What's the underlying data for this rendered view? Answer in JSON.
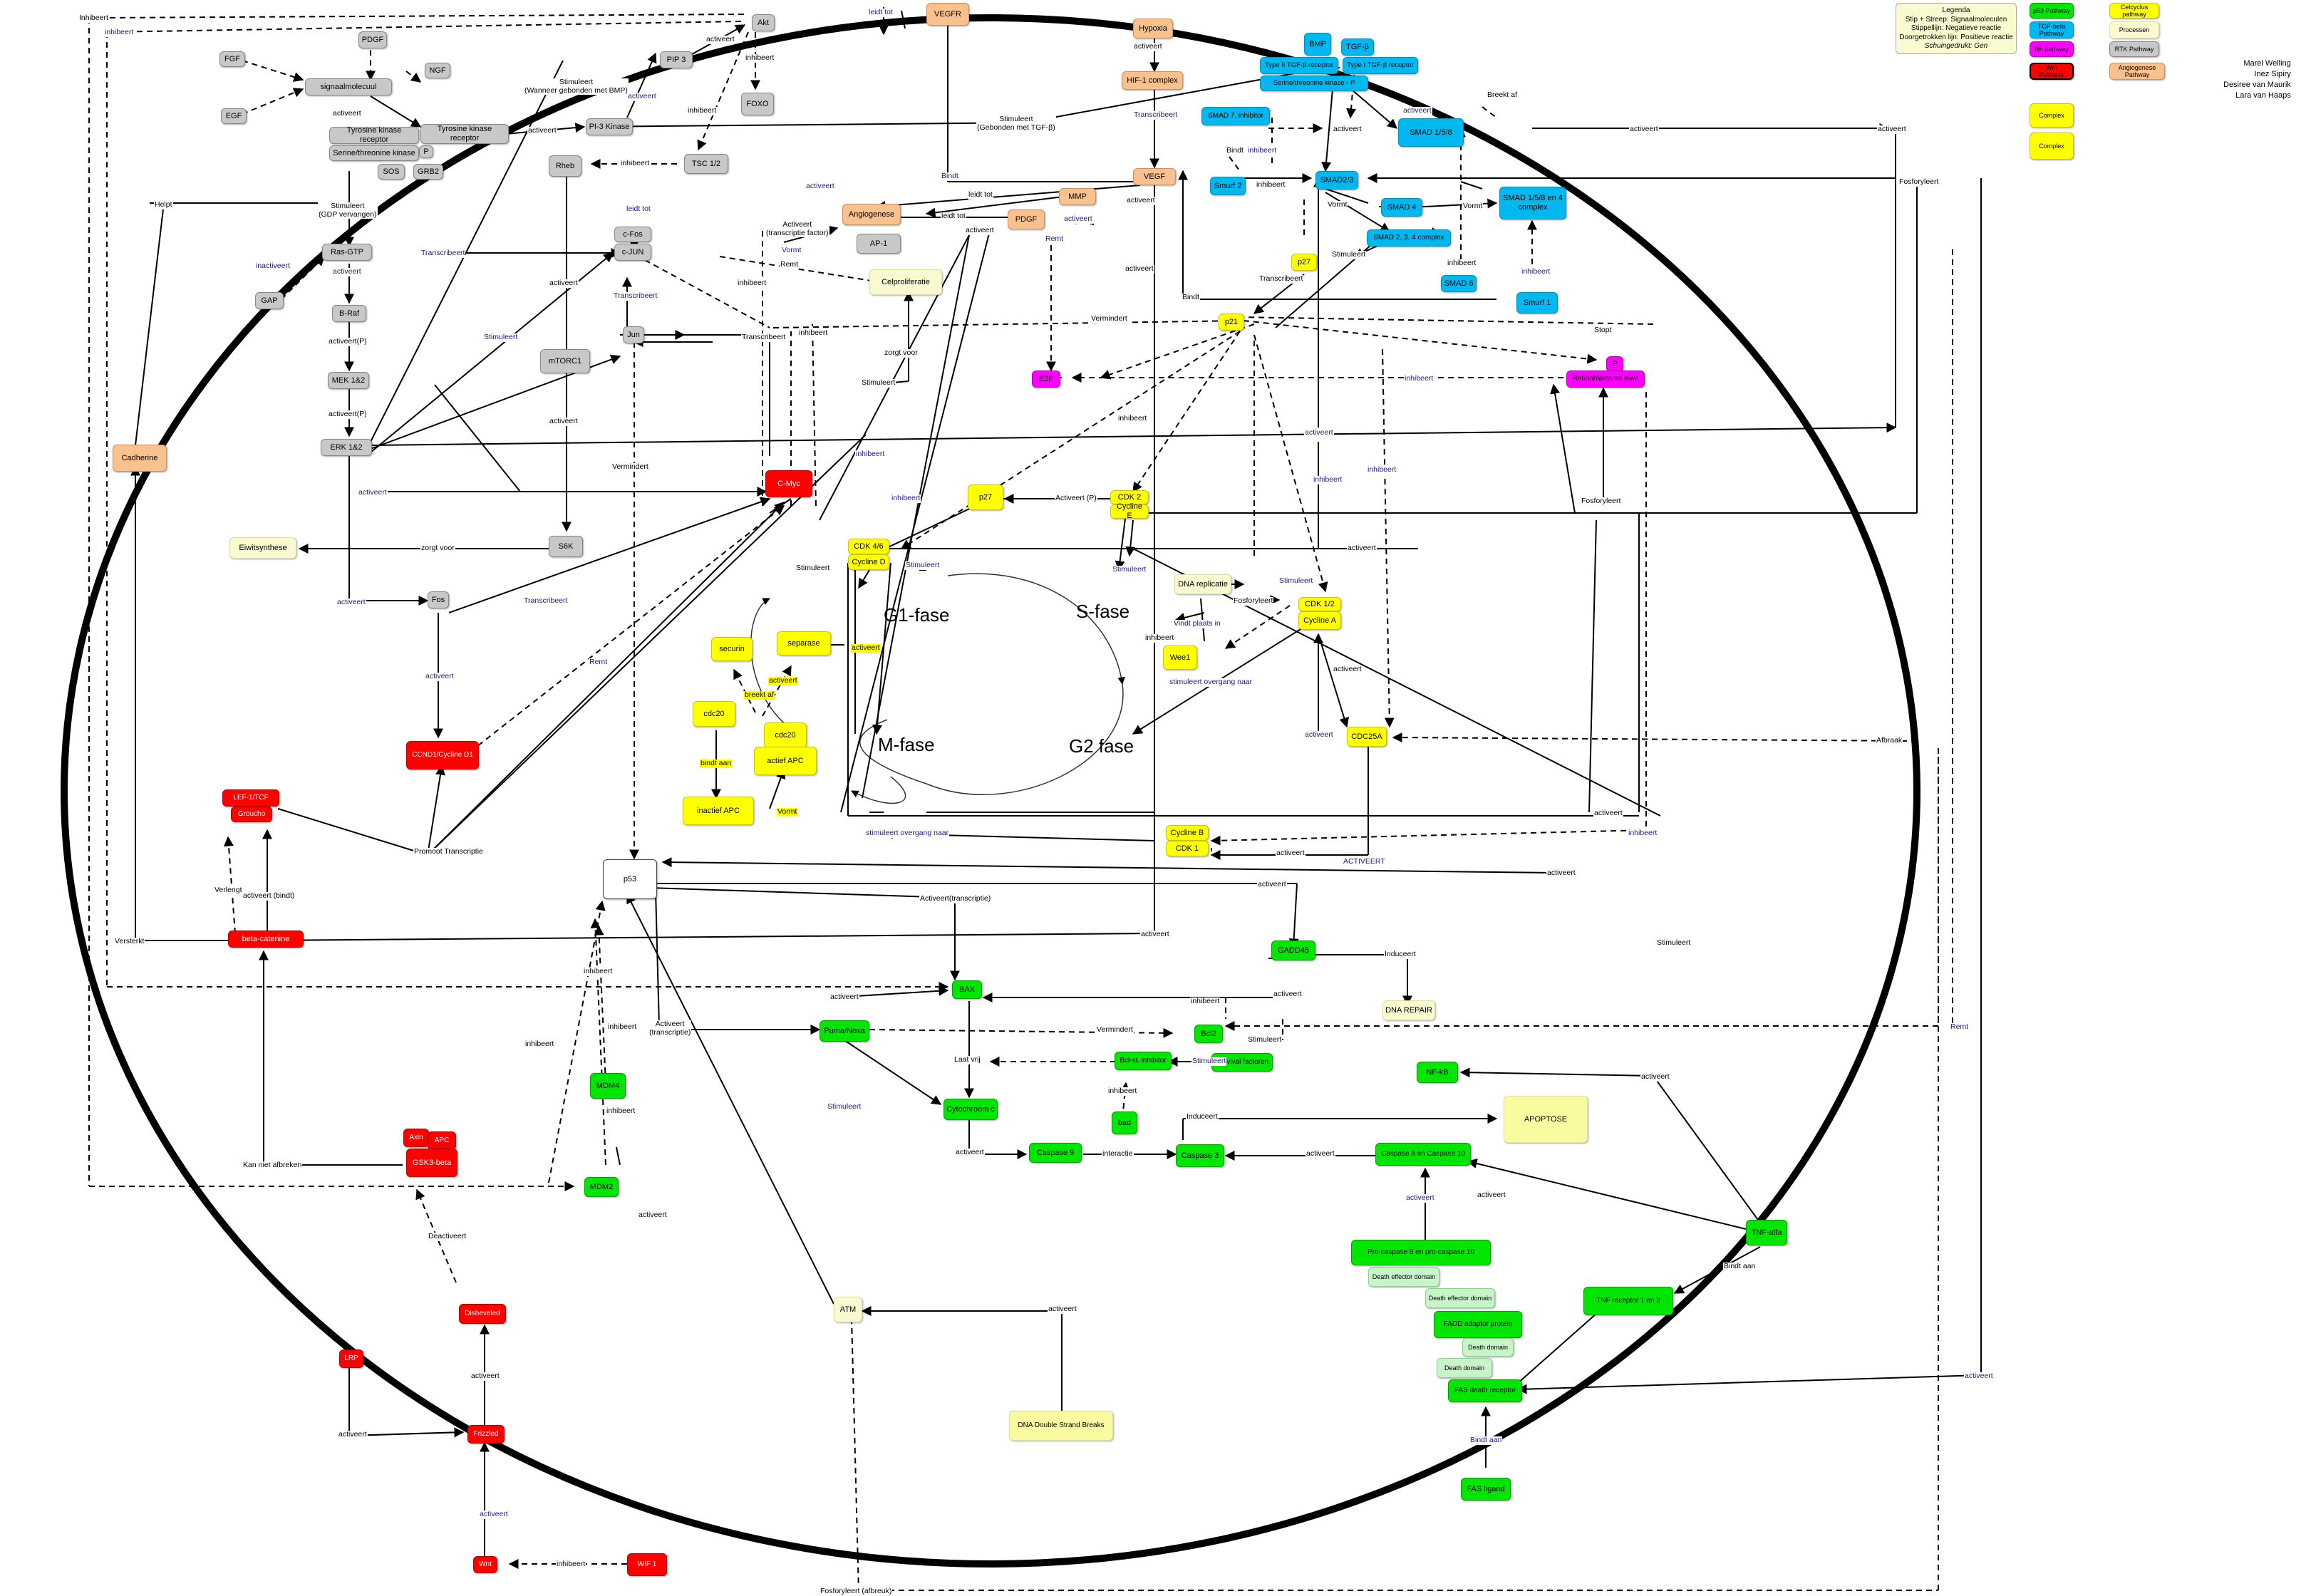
{
  "legend": {
    "title": "Legenda",
    "lines": [
      "Stip + Streep: Signaalmoleculen",
      "Stippellijn: Negatieve reactie",
      "Doorgetrokken lijn: Positieve reactie"
    ],
    "italic_line": "Schuingedrukt: Gen",
    "keys": [
      {
        "label": "p53 Pathway",
        "color": "#00e600"
      },
      {
        "label": "Celcyclus pathway",
        "color": "#ffff00"
      },
      {
        "label": "TGF-beta Pathway",
        "color": "#00b8f0"
      },
      {
        "label": "Processen",
        "color": "#fafad0"
      },
      {
        "label": "Rb pathway",
        "color": "#ff00ff"
      },
      {
        "label": "RTK Pathway",
        "color": "#c8c8c8"
      },
      {
        "label": "Wnt Pathway",
        "color": "#ff0000"
      },
      {
        "label": "Angiogenese Pathway",
        "color": "#f9c18e"
      },
      {
        "label": "Complex",
        "color": "#ffff00"
      },
      {
        "label": "Complex",
        "color": "#ffff00"
      }
    ]
  },
  "authors": [
    "Marel Welling",
    "Inez Sipiry",
    "Desiree van Maurik",
    "Lara van Haaps"
  ],
  "phases": [
    "G1-fase",
    "S-fase",
    "G2 fase",
    "M-fase"
  ],
  "nodes": {
    "akt": "Akt",
    "pdgf_top": "PDGF",
    "fgf": "FGF",
    "ngf": "NGF",
    "egf": "EGF",
    "signaalmolecuul": "signaalmolecuul",
    "pip3": "PIP 3",
    "foxo": "FOXO",
    "vegfr": "VEGFR",
    "tyrosine_kinase_receptor_1": "Tyrosine kinase receptor",
    "tyrosine_kinase_receptor_2": "Tyrosine kinase receptor",
    "serine_threonine_kinase": "Serine/threonine kinase",
    "p_small": "P",
    "sos": "SOS",
    "grb2": "GRB2",
    "pi3_kinase": "PI-3 Kinase",
    "tsc": "TSC 1/2",
    "rheb": "Rheb",
    "hypoxia": "Hypoxia",
    "hif1": "HIF-1 complex",
    "vegf": "VEGF",
    "mmp": "MMP",
    "pdgf_mid": "PDGF",
    "angiogenese": "Angiogenese",
    "ap1": "AP-1",
    "celproliferatie": "Celproliferatie",
    "cfos": "c-Fos",
    "cjun": "c-JUN",
    "jun": "Jun",
    "ras_gtp": "Ras-GTP",
    "gap": "GAP",
    "braf": "B-Raf",
    "mek": "MEK 1&2",
    "erk": "ERK 1&2",
    "mtorc1": "mTORC1",
    "s6k": "S6K",
    "eiwitsynthese": "Eiwitsynthese",
    "fos": "Fos",
    "cadherine": "Cadherine",
    "cmyc": "C-Myc",
    "ccnd1": "CCND1/Cycline D1",
    "lef_tcf": "LEF-1/TCF",
    "groucho": "Groucho",
    "beta_catenine": "beta-catenine",
    "axin": "Axin",
    "apc_small": "APC",
    "gsk3": "GSK3-beta",
    "disheveled": "Disheveled",
    "lrp": "LRP",
    "frizzled": "Frizzled",
    "wnt": "Wnt",
    "wif1": "WIF 1",
    "bmp": "BMP",
    "tgfb": "TGF-β",
    "type2_rec": "Type II TGF-β receptor",
    "type1_rec": "Type I TGF-β receptor",
    "ser_thr_kinase_p": "Serine/threonine kinase - P",
    "smad7": "SMAD 7, inhibitor",
    "smad158": "SMAD 1/5/8",
    "smurf2": "Smurf 2",
    "smad23": "SMAD2/3",
    "smad4": "SMAD 4",
    "smad158_4": "SMAD 1/5/8 en 4 complex",
    "smad234": "SMAD 2, 3, 4 complex",
    "smad6": "SMAD 6",
    "smurf1": "Smurf 1",
    "p27_top": "p27",
    "p21": "p21",
    "e2f": "E2F",
    "rb": "P",
    "retinoblastoom": "Retinoblastoom eiwit",
    "p27_mid": "p27",
    "cdk2": "CDK 2",
    "cycline_e": "Cycline E",
    "cdk46": "CDK 4/6",
    "cycline_d": "Cycline D",
    "dna_replicatie": "DNA replicatie",
    "cdk12": "CDK 1/2",
    "cycline_a": "Cycline A",
    "wee1": "Wee1",
    "cdc25a": "CDC25A",
    "securin": "securin",
    "separase": "separase",
    "cdc20_1": "cdc20",
    "cdc20_2": "cdc20",
    "actief_apc": "actief APC",
    "inactief_apc": "inactief APC",
    "cycline_b": "Cycline B",
    "cdk1": "CDK 1",
    "p53": "p53",
    "gadd45": "GADD45",
    "dna_repair": "DNA REPAIR",
    "bax": "BAX",
    "puma_noxa": "Puma/Noxa",
    "bcl2": "Bcl2",
    "bcl_xl": "Bcl-xL inhibitor",
    "survival": "Survival factoren",
    "bad": "bad",
    "nfkb": "NF-kB",
    "mdm4": "MDM4",
    "mdm2": "MDM2",
    "cytochroom": "Cytochroom c",
    "caspase9": "Caspase 9",
    "caspase3": "Caspase 3",
    "caspase810": "Caspase 8 en Caspase 10",
    "apoptose": "APOPTOSE",
    "procaspase": "Pro-caspase 8 en pro-caspase 10",
    "ded1": "Death effector domain",
    "ded2": "Death effector domain",
    "fadd": "FADD adaptor protein",
    "dd1": "Death domain",
    "dd2": "Death domain",
    "fas_rec": "FAS death receptor",
    "fas_ligand": "FAS ligand",
    "tnf_alfa": "TNF-alfa",
    "tnf_rec": "TNF receptor 1 en 2",
    "atm": "ATM",
    "dsb": "DNA Double Strand Breaks"
  },
  "labels": {
    "inhibeert_tl": "Inhibeert",
    "inhibeert_t2": "inhibeert",
    "activeert": "activeert",
    "inhibeert": "inhibeert",
    "stimuleert_bmp": "Stimuleert\n(Wanneer gebonden met BMP)",
    "leidt_tot": "leidt tot",
    "stimuleert_tgf": "Stimuleert\n(Gebonden met TGF-β)",
    "breekt_af": "Breekt af",
    "bindt": "Bindt",
    "activeert_tf": "Activeert\n(transcriptie factor)",
    "remt": "Remt",
    "vormt": "Vormt",
    "helpt": "Helpt",
    "stimuleert_gdp": "Stimuleert\n(GDP vervangen)",
    "inactiveert": "inactiveert",
    "transcribeert": "Transcribeert",
    "stimuleert": "Stimuleert",
    "vermindert": "Vermindert",
    "activeert_p": "activeert(P)",
    "zorgt_voor": "zorgt voor",
    "activeert_p2": "Activeert (P)",
    "fosforyleert": "Fosforyleert",
    "stopt": "Stopt",
    "vindt_plaats_in": "Vindt plaats in",
    "stimuleert_overgang": "stimuleert overgang naar",
    "bindt_aan": "bindt aan",
    "breekt_af2": "breekt af",
    "promoot": "Promoot Transcriptie",
    "verlengt": "Verlengt",
    "activeert_bindt": "activeert (bindt)",
    "versterkt": "Versterkt",
    "kan_niet_afbreken": "Kan niet afbreken",
    "deactiveert": "Deactiveert",
    "activeert_transcriptie": "Activeert(transcriptie)",
    "activeert_transcriptie2": "Activeert\n(transcriptie)",
    "laat_vrij": "Laat vrij",
    "induceert": "Induceert",
    "interactie": "interactie",
    "afbraak": "Afbraak",
    "bindt_aan2": "Bindt aan",
    "fosforyleert_afbreuk": "Fosforyleert (afbreuk)",
    "activeert_caps": "ACTIVEERT"
  }
}
